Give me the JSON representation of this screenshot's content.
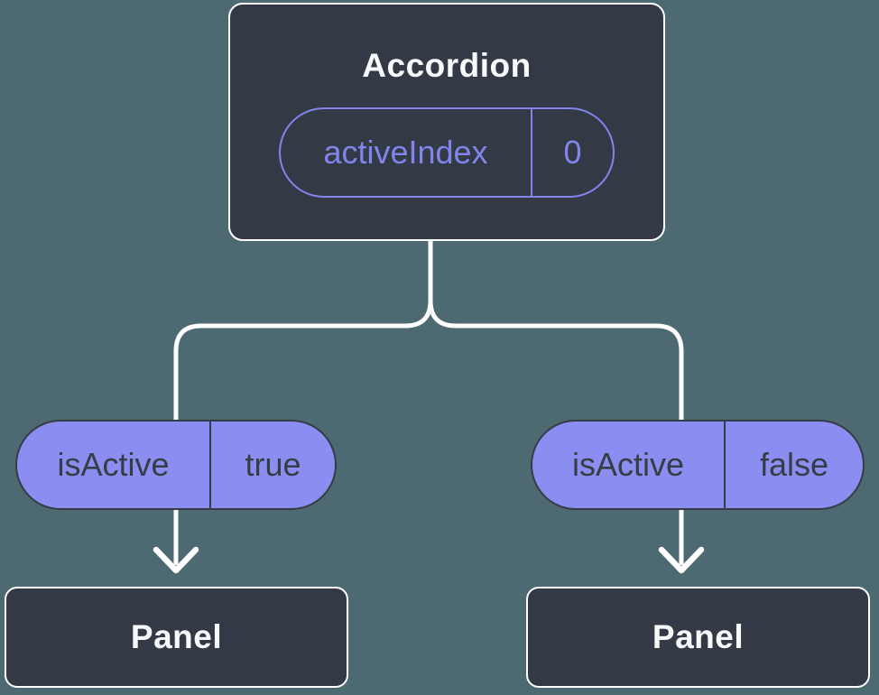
{
  "colors": {
    "background": "#4D6971",
    "node-fill": "#333A46",
    "node-border": "#FFFFFF",
    "title-text": "#F7F9FB",
    "pill-fill": "#8B8DF0",
    "pill-border": "#363C45",
    "pill-text": "#373D45",
    "accent-purple": "#8185E9",
    "connector": "#FFFFFF"
  },
  "diagram": {
    "type": "component-state-tree",
    "root": {
      "title": "Accordion",
      "state": {
        "name": "activeIndex",
        "value": "0"
      }
    },
    "children": [
      {
        "prop": {
          "name": "isActive",
          "value": "true"
        },
        "title": "Panel"
      },
      {
        "prop": {
          "name": "isActive",
          "value": "false"
        },
        "title": "Panel"
      }
    ],
    "icons": [
      "arrow-down-icon",
      "arrow-down-icon"
    ]
  }
}
